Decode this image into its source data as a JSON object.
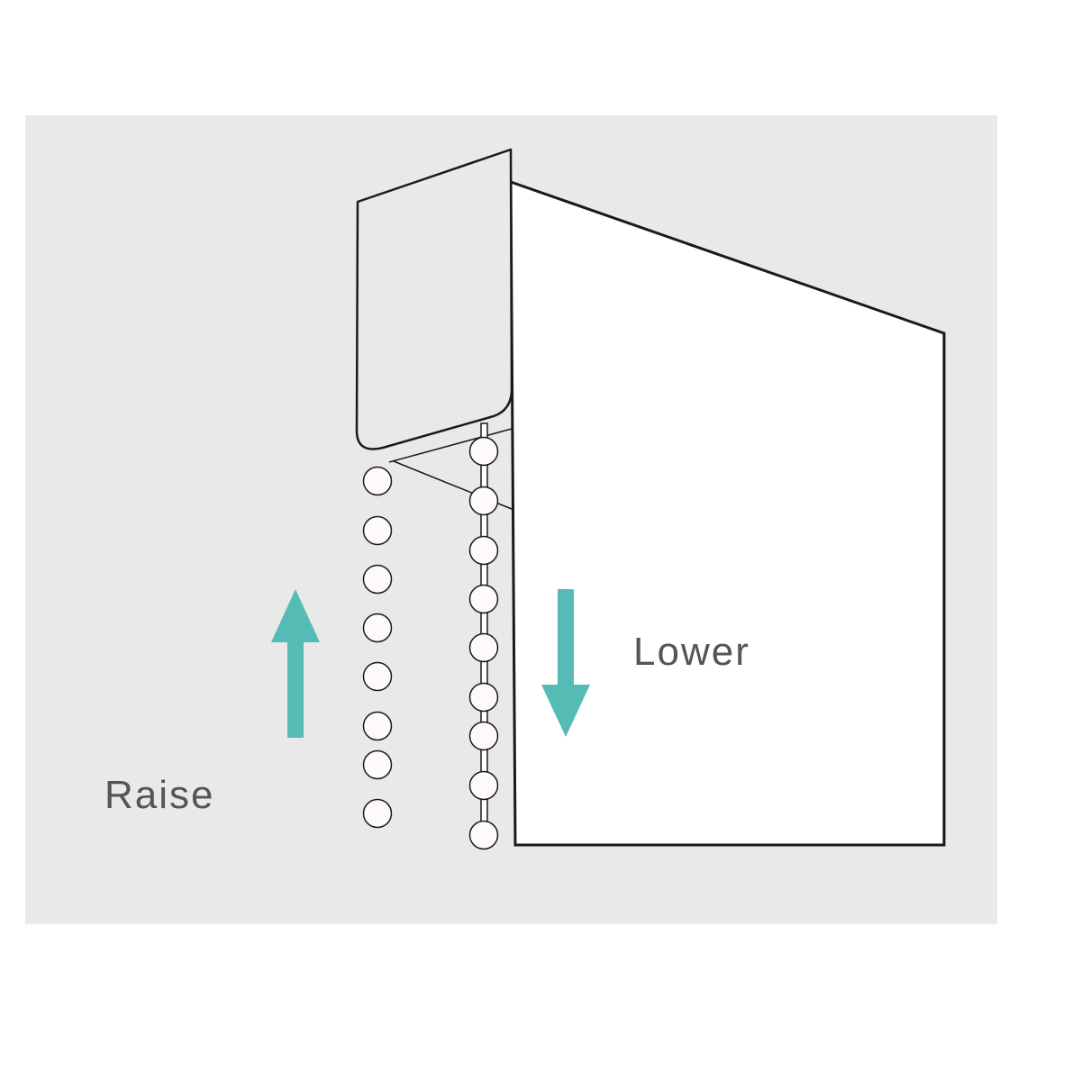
{
  "labels": {
    "raise": "Raise",
    "lower": "Lower"
  },
  "colors": {
    "panel_background": "#e9e9e9",
    "blind_fill": "#ffffff",
    "cassette_fill": "#e9e9e9",
    "outline": "#1a1a1a",
    "arrow": "#55bcb5",
    "bead_fill": "#fefafc",
    "text": "#555555"
  },
  "icons": {
    "raise_arrow": "arrow-up-icon",
    "lower_arrow": "arrow-down-icon"
  },
  "chain": {
    "front_bead_count": 9,
    "back_bead_count": 8
  }
}
